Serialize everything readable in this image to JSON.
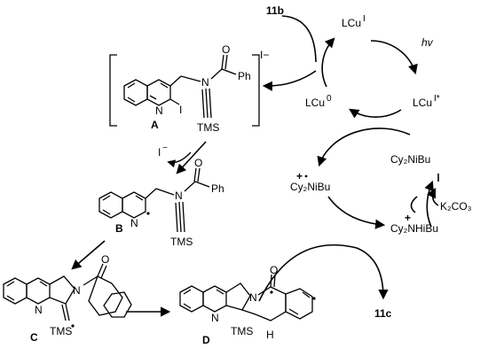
{
  "species": {
    "reagent_11b": "11b",
    "product_11c": "11c",
    "lcu_I": "LCu",
    "lcu_I_sup": "I",
    "lcu_star": "LCu",
    "lcu_star_sup": "I*",
    "lcu_0": "LCu",
    "lcu_0_sup": "0",
    "hv": "hv",
    "iodide": "I",
    "iodide_sup": "−",
    "amine_radical_cation": "Cy₂NiBu",
    "amine_radical_cation_charge": "+",
    "amine": "Cy₂NiBu",
    "ammonium": "Cy₂NHiBu",
    "ammonium_charge": "+",
    "base": "K₂CO₃",
    "complex_charge": "I−"
  },
  "compounds": {
    "A": "A",
    "B": "B",
    "C": "C",
    "D": "D"
  },
  "atoms": {
    "N": "N",
    "O": "O",
    "I": "I",
    "Ph": "Ph",
    "TMS": "TMS",
    "H": "H"
  }
}
